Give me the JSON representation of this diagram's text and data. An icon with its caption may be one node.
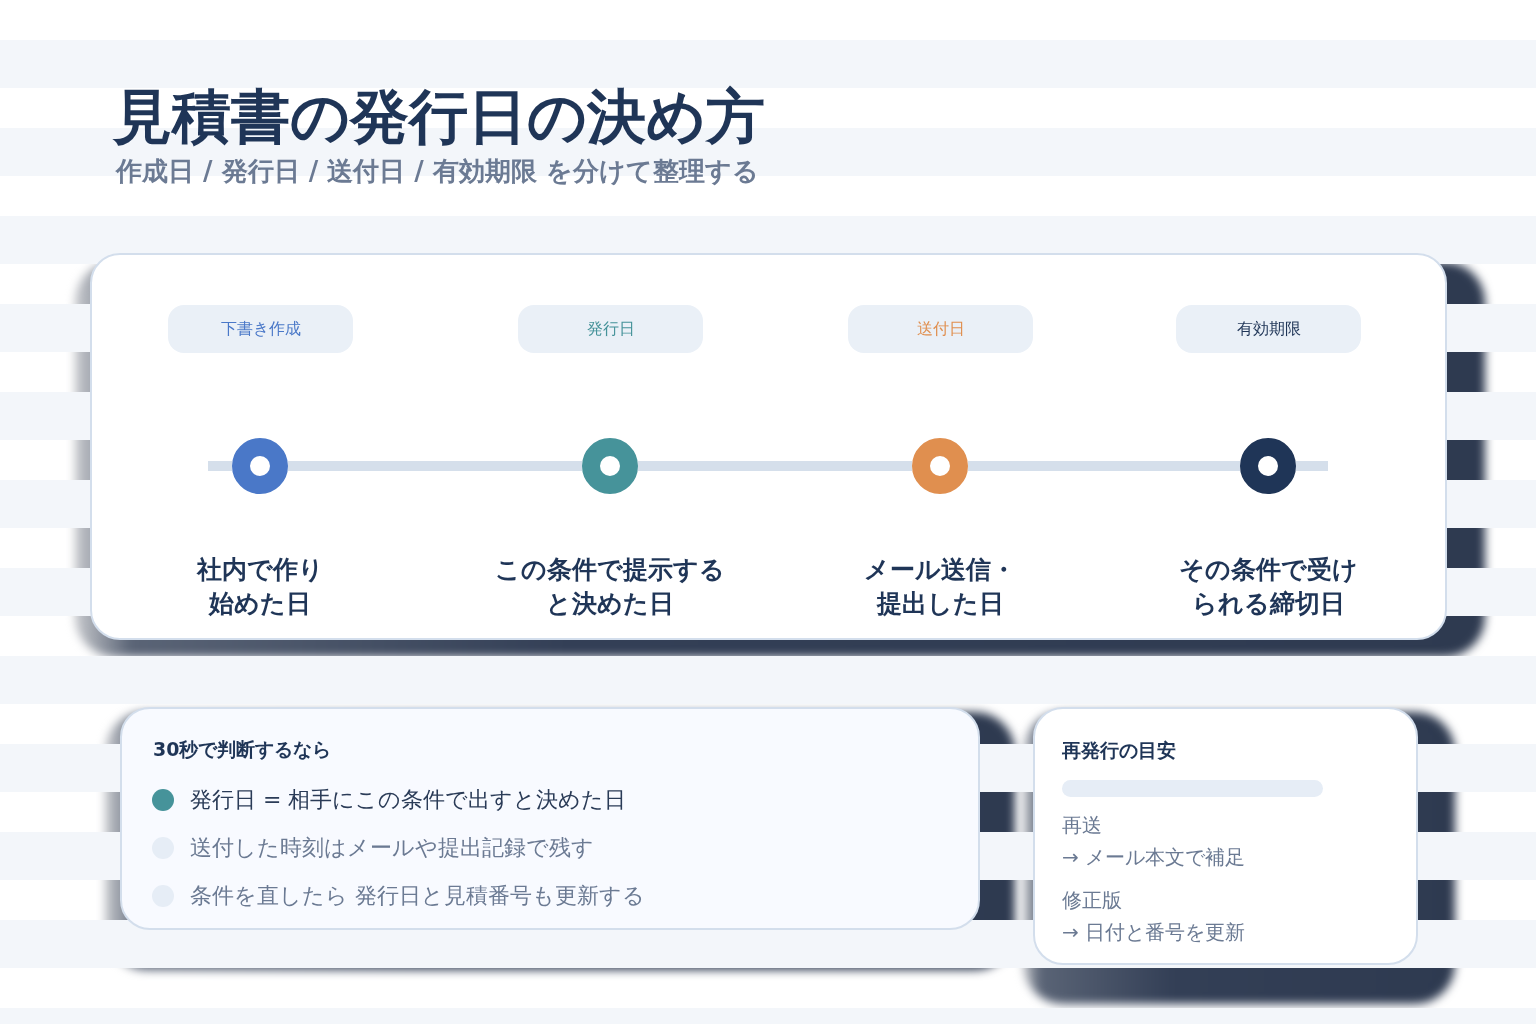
{
  "diagram": {
    "title": "見積書の発行日の決め方",
    "nodes": [
      {
        "text": [],
        "shape": "box"
      },
      {
        "text": [
          "下書き作成"
        ],
        "in": 0
      },
      {
        "text": [
          "発行日"
        ],
        "in": 0
      },
      {
        "text": [
          "送付日"
        ],
        "in": 0
      },
      {
        "text": [
          "有効期限"
        ],
        "in": 0
      },
      {
        "text": [],
        "shape": "circle",
        "in": 0,
        "beside": [
          "社内で作り始めた日"
        ]
      },
      {
        "text": [],
        "shape": "circle",
        "in": 0,
        "beside": [
          "この条件で提示すると決めた日"
        ]
      },
      {
        "text": [],
        "shape": "circle",
        "in": 0,
        "beside": [
          "メール送信・提出した日"
        ]
      },
      {
        "text": [],
        "shape": "circle",
        "in": 0,
        "beside": [
          "その条件で受けられる締切日"
        ]
      },
      {
        "text": [
          "30秒で判断するなら",
          "発行日 = 相手にこの条件で出すと決めた日",
          "送付した時刻はメールや提出記録で残す",
          "条件を直したら 発行日と見積番号も更新する"
        ]
      },
      {
        "text": [
          "再発行の目安",
          "再送",
          "→ メール本文で補足",
          "修正版",
          "→ 日付と番号を更新"
        ]
      }
    ],
    "edges": [
      {
        "from": 5,
        "to": 6,
        "arrow": "none"
      },
      {
        "from": 6,
        "to": 7,
        "arrow": "none"
      },
      {
        "from": 7,
        "to": 8,
        "arrow": "none"
      }
    ],
    "labels": [
      "作成日 / 発行日 / 送付日 / 有効期限 を分けて整理する"
    ]
  }
}
